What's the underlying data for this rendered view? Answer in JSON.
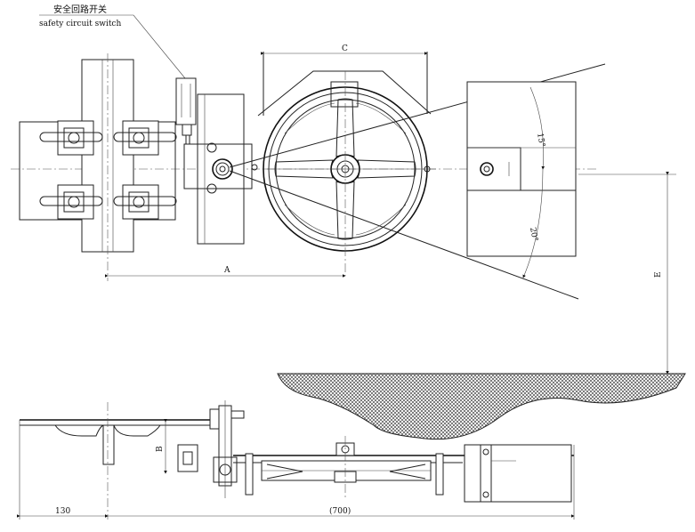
{
  "labels": {
    "switch_cn": "安全回路开关",
    "switch_en": "safety circuit switch",
    "dim_c": "C",
    "dim_a": "A",
    "dim_b": "B",
    "dim_e": "E",
    "angle_15": "15°",
    "angle_20": "20°",
    "dim_130": "130",
    "dim_700": "(700)"
  }
}
